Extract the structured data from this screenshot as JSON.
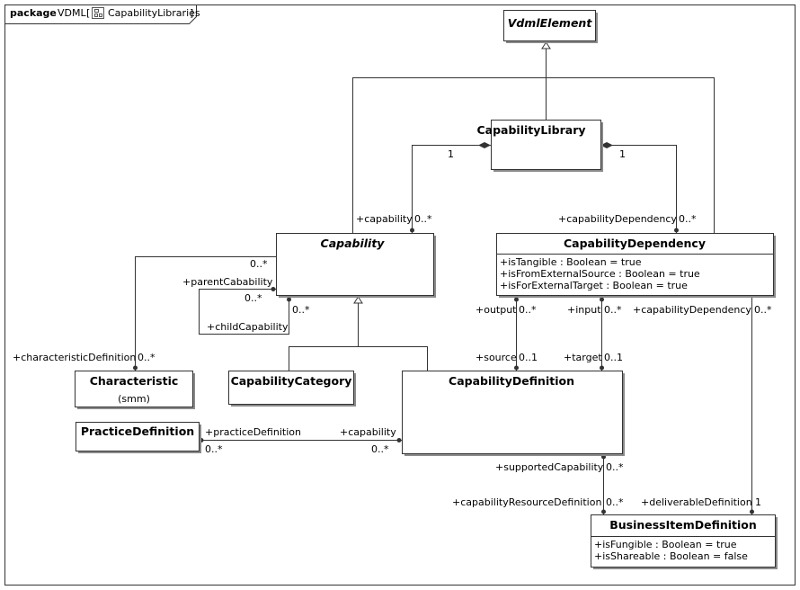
{
  "frame": {
    "keyword": "package",
    "name": "VDML",
    "diagram": "CapabilityLibraries",
    "diagram_icon": "class-diagram-icon"
  },
  "classes": {
    "vdml_element": {
      "name": "VdmlElement"
    },
    "capability_library": {
      "name": "CapabilityLibrary"
    },
    "capability": {
      "name": "Capability"
    },
    "capability_dependency": {
      "name": "CapabilityDependency",
      "attributes": [
        "+isTangible : Boolean = true",
        "+isFromExternalSource : Boolean = true",
        "+isForExternalTarget : Boolean = true"
      ]
    },
    "characteristic": {
      "name": "Characteristic",
      "stereo": "(smm)"
    },
    "capability_category": {
      "name": "CapabilityCategory"
    },
    "capability_definition": {
      "name": "CapabilityDefinition"
    },
    "practice_definition": {
      "name": "PracticeDefinition"
    },
    "business_item_definition": {
      "name": "BusinessItemDefinition",
      "attributes": [
        "+isFungible : Boolean = true",
        "+isShareable : Boolean = false"
      ]
    }
  },
  "labels": {
    "lib_cap_mult": "1",
    "cap_role": "+capability",
    "cap_mult": "0..*",
    "lib_dep_mult": "1",
    "dep_role": "+capabilityDependency",
    "dep_mult": "0..*",
    "parent_mult": "0..*",
    "parent_role": "+parentCabability",
    "child_mult_left": "0..*",
    "child_mult": "0..*",
    "child_role": "+childCapability",
    "char_role": "+characteristicDefinition",
    "char_mult": "0..*",
    "output_role": "+output",
    "output_mult": "0..*",
    "input_role": "+input",
    "input_mult": "0..*",
    "dep2_role": "+capabilityDependency",
    "dep2_mult": "0..*",
    "source_role": "+source",
    "source_mult": "0..1",
    "target_role": "+target",
    "target_mult": "0..1",
    "practice_role": "+practiceDefinition",
    "practice_mult": "0..*",
    "capdef_role": "+capability",
    "capdef_mult": "0..*",
    "supported_role": "+supportedCapability",
    "supported_mult": "0..*",
    "resource_role": "+capabilityResourceDefinition",
    "resource_mult": "0..*",
    "deliverable_role": "+deliverableDefinition",
    "deliverable_mult": "1"
  }
}
